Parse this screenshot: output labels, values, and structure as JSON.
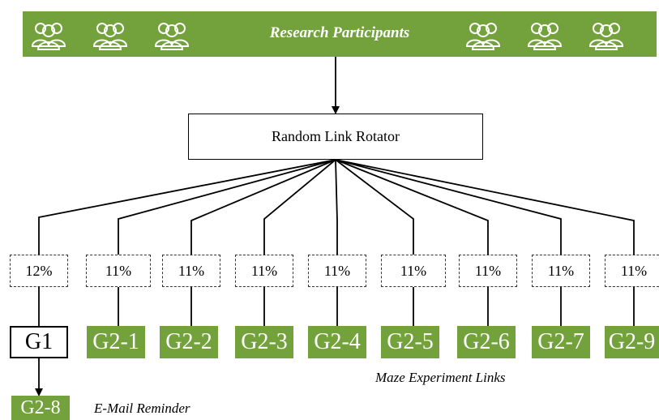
{
  "banner": {
    "title": "Research Participants",
    "color": "#73a23c",
    "icons": [
      "people-group-icon",
      "people-group-icon",
      "people-group-icon",
      "people-group-icon",
      "people-group-icon",
      "people-group-icon"
    ]
  },
  "rotator": {
    "label": "Random Link Rotator"
  },
  "links": [
    {
      "pct": "12%",
      "group": "G1",
      "style": "outline"
    },
    {
      "pct": "11%",
      "group": "G2-1",
      "style": "filled"
    },
    {
      "pct": "11%",
      "group": "G2-2",
      "style": "filled"
    },
    {
      "pct": "11%",
      "group": "G2-3",
      "style": "filled"
    },
    {
      "pct": "11%",
      "group": "G2-4",
      "style": "filled"
    },
    {
      "pct": "11%",
      "group": "G2-5",
      "style": "filled"
    },
    {
      "pct": "11%",
      "group": "G2-6",
      "style": "filled"
    },
    {
      "pct": "11%",
      "group": "G2-7",
      "style": "filled"
    },
    {
      "pct": "11%",
      "group": "G2-9",
      "style": "filled"
    }
  ],
  "links_caption": "Maze Experiment Links",
  "reminder": {
    "group": "G2-8",
    "caption": "E-Mail Reminder"
  }
}
